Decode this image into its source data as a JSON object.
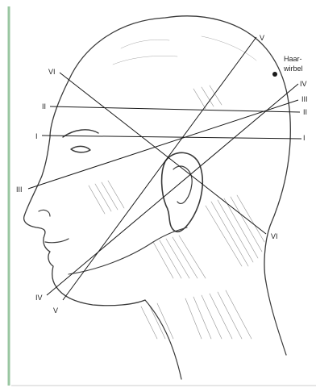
{
  "diagram": {
    "lines": [
      {
        "id": "I",
        "label_a": "I",
        "label_b": "I"
      },
      {
        "id": "II",
        "label_a": "II",
        "label_b": "II"
      },
      {
        "id": "III",
        "label_a": "III",
        "label_b": "III"
      },
      {
        "id": "IV",
        "label_a": "IV",
        "label_b": "IV"
      },
      {
        "id": "V",
        "label_a": "V",
        "label_b": "V"
      },
      {
        "id": "VI",
        "label_a": "VI",
        "label_b": "VI"
      }
    ],
    "whorl": {
      "label_line1": "Haar-",
      "label_line2": "wirbel"
    }
  },
  "colors": {
    "line": "#1a1a1a",
    "sketch": "#3a3a3a",
    "background": "#ffffff",
    "left_edge": "#6fae7a"
  }
}
